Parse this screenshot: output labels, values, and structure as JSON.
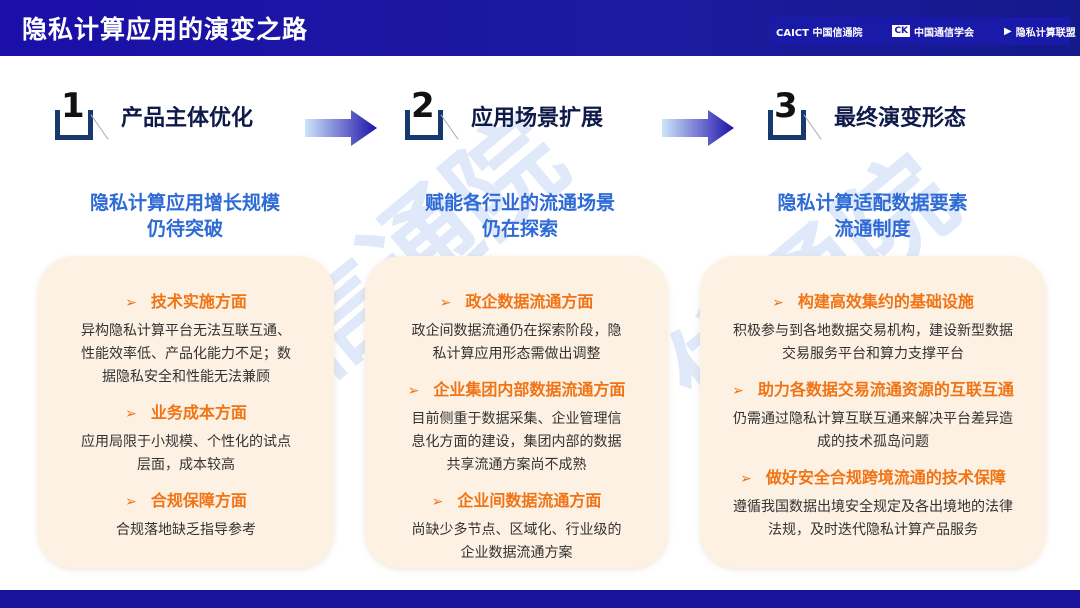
{
  "header": {
    "title": "隐私计算应用的演变之路",
    "logos": [
      "CAICT 中国信通院",
      "中国通信学会",
      "隐私计算联盟"
    ]
  },
  "watermark": "信通院",
  "steps": [
    {
      "num": "1",
      "title": "产品主体优化",
      "subtitle": [
        "隐私计算应用增长规模",
        "仍待突破"
      ],
      "items": [
        {
          "heading": "技术实施方面",
          "text": [
            "异构隐私计算平台无法互联互通、",
            "性能效率低、产品化能力不足；数",
            "据隐私安全和性能无法兼顾"
          ]
        },
        {
          "heading": "业务成本方面",
          "text": [
            "应用局限于小规模、个性化的试点",
            "层面，成本较高"
          ]
        },
        {
          "heading": "合规保障方面",
          "text": [
            "合规落地缺乏指导参考"
          ]
        }
      ]
    },
    {
      "num": "2",
      "title": "应用场景扩展",
      "subtitle": [
        "赋能各行业的流通场景",
        "仍在探索"
      ],
      "items": [
        {
          "heading": "政企数据流通方面",
          "text": [
            "政企间数据流通仍在探索阶段，隐",
            "私计算应用形态需做出调整"
          ]
        },
        {
          "heading": "企业集团内部数据流通方面",
          "text": [
            "目前侧重于数据采集、企业管理信",
            "息化方面的建设，集团内部的数据",
            "共享流通方案尚不成熟"
          ]
        },
        {
          "heading": "企业间数据流通方面",
          "text": [
            "尚缺少多节点、区域化、行业级的",
            "企业数据流通方案"
          ]
        }
      ]
    },
    {
      "num": "3",
      "title": "最终演变形态",
      "subtitle": [
        "隐私计算适配数据要素",
        "流通制度"
      ],
      "items": [
        {
          "heading": "构建高效集约的基础设施",
          "text": [
            "积极参与到各地数据交易机构，建设新型数据",
            "交易服务平台和算力支撑平台"
          ]
        },
        {
          "heading": "助力各数据交易流通资源的互联互通",
          "text": [
            "仍需通过隐私计算互联互通来解决平台差异造",
            "成的技术孤岛问题"
          ]
        },
        {
          "heading": "做好安全合规跨境流通的技术保障",
          "text": [
            "遵循我国数据出境安全规定及各出境地的法律",
            "法规，及时迭代隐私计算产品服务"
          ]
        }
      ]
    }
  ]
}
